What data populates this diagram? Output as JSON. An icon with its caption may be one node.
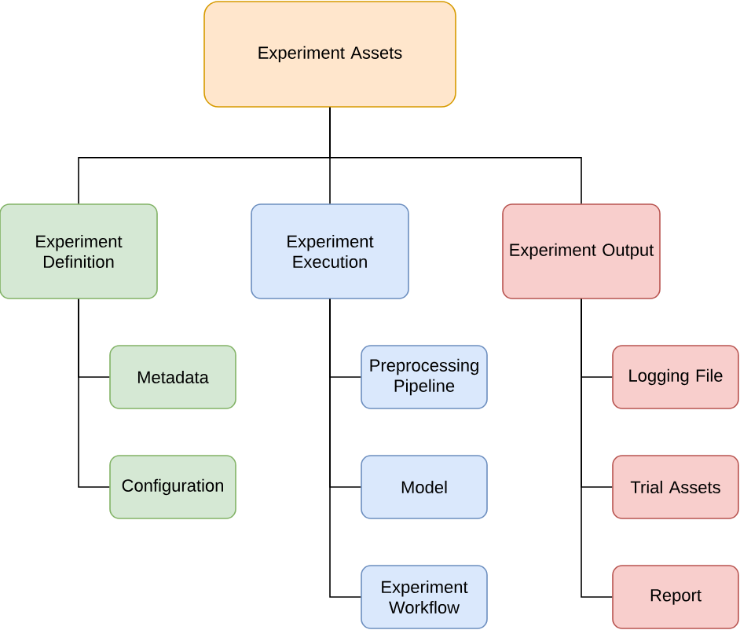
{
  "diagram": {
    "nodes": [
      {
        "text": [
          "Experiment Assets"
        ]
      },
      {
        "text": [
          "Experiment Definition"
        ]
      },
      {
        "text": [
          "Experiment Execution"
        ]
      },
      {
        "text": [
          "Experiment Output"
        ]
      },
      {
        "text": [
          "Metadata"
        ]
      },
      {
        "text": [
          "Configuration"
        ]
      },
      {
        "text": [
          "Preprocessing Pipeline"
        ]
      },
      {
        "text": [
          "Model"
        ]
      },
      {
        "text": [
          "Experiment Workflow"
        ]
      },
      {
        "text": [
          "Logging File"
        ]
      },
      {
        "text": [
          "Trial Assets"
        ]
      },
      {
        "text": [
          "Report"
        ]
      }
    ],
    "edges": [
      {
        "from": 0,
        "to": 1,
        "arrow": "none"
      },
      {
        "from": 0,
        "to": 2,
        "arrow": "none"
      },
      {
        "from": 0,
        "to": 3,
        "arrow": "none"
      },
      {
        "from": 1,
        "to": 4,
        "arrow": "none"
      },
      {
        "from": 1,
        "to": 5,
        "arrow": "none"
      },
      {
        "from": 2,
        "to": 6,
        "arrow": "none"
      },
      {
        "from": 2,
        "to": 7,
        "arrow": "none"
      },
      {
        "from": 2,
        "to": 8,
        "arrow": "none"
      },
      {
        "from": 3,
        "to": 9,
        "arrow": "none"
      },
      {
        "from": 3,
        "to": 10,
        "arrow": "none"
      },
      {
        "from": 3,
        "to": 11,
        "arrow": "none"
      }
    ]
  }
}
